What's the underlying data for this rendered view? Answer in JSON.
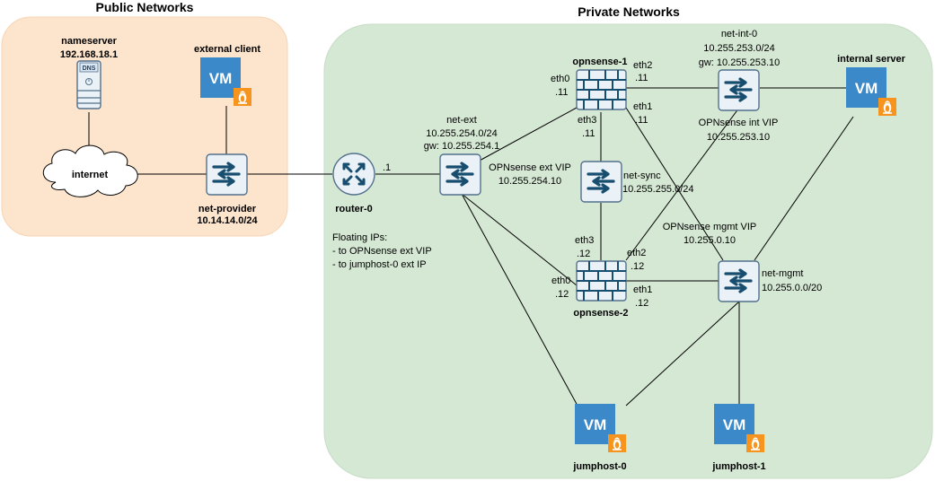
{
  "zones": {
    "public": {
      "title": "Public Networks",
      "fill": "#fce4cd",
      "stroke": "#f6d5b5"
    },
    "private": {
      "title": "Private Networks",
      "fill": "#d5e8d4",
      "stroke": "#c6dcc4"
    }
  },
  "colors": {
    "device_fill": "#eaf1f7",
    "device_stroke": "#53708c",
    "arrow": "#174d6e",
    "vm": "#3b89c9",
    "linux_badge": "#f7941d",
    "firewall_fill": "#eaf1f7"
  },
  "icons": {
    "switch": "switch-icon",
    "router": "router-icon",
    "firewall": "firewall-icon",
    "vm": "vm-icon",
    "linux": "linux-tux-icon",
    "dns": "dns-server-icon",
    "cloud": "cloud-icon"
  },
  "vm_label": "VM",
  "dns_label": "DNS",
  "nodes": {
    "nameserver": {
      "name": "nameserver",
      "ip": "192.168.18.1"
    },
    "internet": {
      "name": "internet"
    },
    "external_client": {
      "name": "external client"
    },
    "net_provider": {
      "name": "net-provider",
      "cidr": "10.14.14.0/24"
    },
    "router0": {
      "name": "router-0",
      "port": ".1"
    },
    "net_ext": {
      "name": "net-ext",
      "cidr": "10.255.254.0/24",
      "gw": "gw: 10.255.254.1",
      "vip_title": "OPNsense ext VIP",
      "vip_ip": "10.255.254.10"
    },
    "opnsense1": {
      "name": "opnsense-1",
      "eth0": "eth0",
      "eth0_ip": ".11",
      "eth1": "eth1",
      "eth1_ip": ".11",
      "eth2": "eth2",
      "eth2_ip": ".11",
      "eth3": "eth3",
      "eth3_ip": ".11"
    },
    "opnsense2": {
      "name": "opnsense-2",
      "eth0": "eth0",
      "eth0_ip": ".12",
      "eth1": "eth1",
      "eth1_ip": ".12",
      "eth2": "eth2",
      "eth2_ip": ".12",
      "eth3": "eth3",
      "eth3_ip": ".12"
    },
    "net_sync": {
      "name": "net-sync",
      "cidr": "10.255.255.0/24"
    },
    "net_int0": {
      "name": "net-int-0",
      "cidr": "10.255.253.0/24",
      "gw": "gw: 10.255.253.10",
      "vip_title": "OPNsense int VIP",
      "vip_ip": "10.255.253.10"
    },
    "internal_server": {
      "name": "internal server"
    },
    "net_mgmt": {
      "name": "net-mgmt",
      "cidr": "10.255.0.0/20",
      "vip_title": "OPNsense mgmt VIP",
      "vip_ip": "10.255.0.10"
    },
    "jumphost0": {
      "name": "jumphost-0"
    },
    "jumphost1": {
      "name": "jumphost-1"
    }
  },
  "floating_ips": {
    "title": "Floating IPs:",
    "items": [
      "- to OPNsense ext VIP",
      "- to jumphost-0 ext IP"
    ]
  }
}
